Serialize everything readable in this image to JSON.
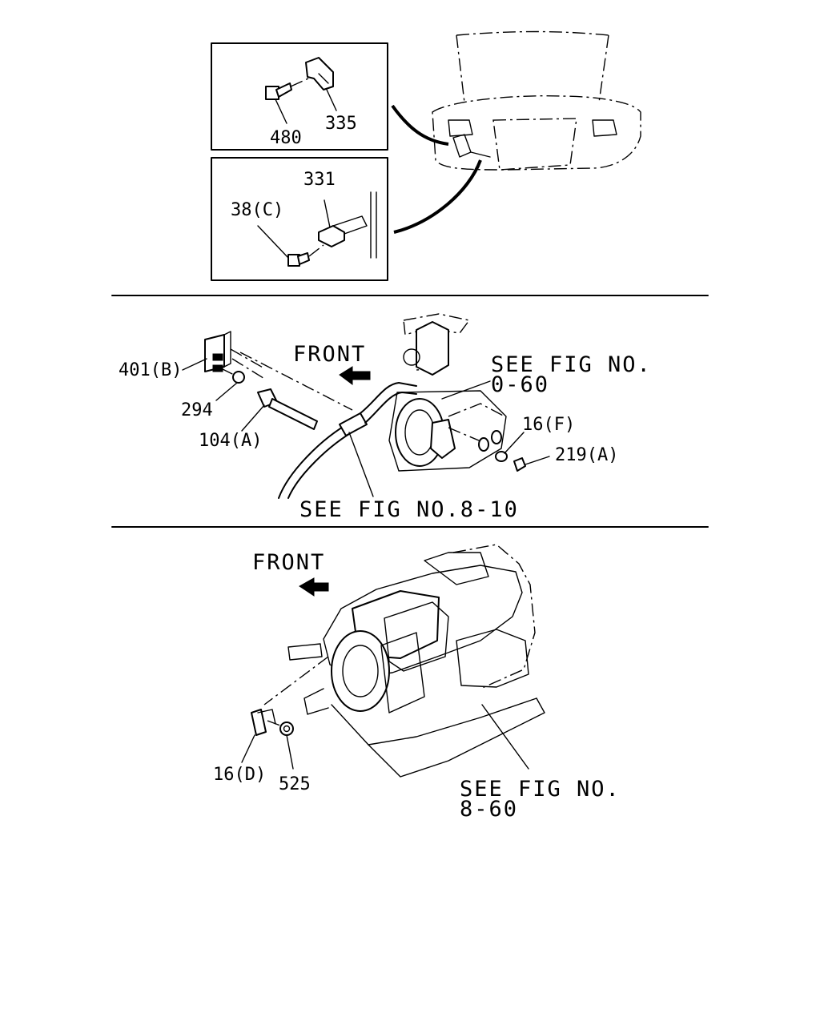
{
  "parts": {
    "p480": "480",
    "p335": "335",
    "p331": "331",
    "p38c": "38(C)",
    "p401b": "401(B)",
    "p294": "294",
    "p104a": "104(A)",
    "p16f": "16(F)",
    "p219a": "219(A)",
    "p16d": "16(D)",
    "p525": "525"
  },
  "refs": {
    "fig_060_line1": "SEE FIG NO.",
    "fig_060_line2": "0-60",
    "fig_810": "SEE FIG NO.8-10",
    "fig_860_line1": "SEE FIG NO.",
    "fig_860_line2": "8-60"
  },
  "direction": {
    "front_mid": "FRONT",
    "front_bottom": "FRONT"
  }
}
